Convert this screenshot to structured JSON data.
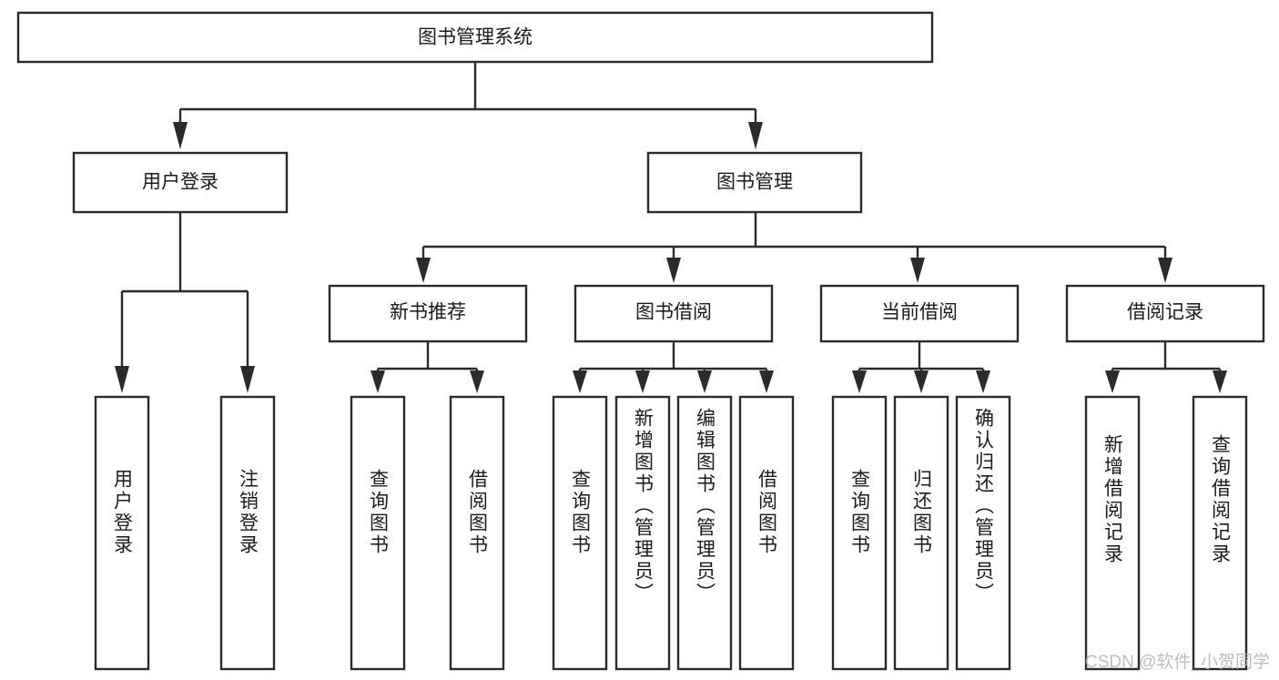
{
  "diagram": {
    "title": "图书管理系统",
    "type": "hierarchy-tree",
    "orientation": "top-down",
    "levels": 4,
    "root": {
      "id": "root",
      "label": "图书管理系统"
    },
    "level2": [
      {
        "id": "user-login",
        "label": "用户登录"
      },
      {
        "id": "book-management",
        "label": "图书管理"
      }
    ],
    "level3": [
      {
        "id": "new-book-recommend",
        "label": "新书推荐",
        "parent": "book-management"
      },
      {
        "id": "book-borrow",
        "label": "图书借阅",
        "parent": "book-management"
      },
      {
        "id": "current-borrow",
        "label": "当前借阅",
        "parent": "book-management"
      },
      {
        "id": "borrow-record",
        "label": "借阅记录",
        "parent": "book-management"
      }
    ],
    "leaves": {
      "user-login": [
        {
          "id": "leaf-user-login",
          "label": "用户登录"
        },
        {
          "id": "leaf-logout",
          "label": "注销登录"
        }
      ],
      "new-book-recommend": [
        {
          "id": "leaf-query-book-1",
          "label": "查询图书"
        },
        {
          "id": "leaf-borrow-book-1",
          "label": "借阅图书"
        }
      ],
      "book-borrow": [
        {
          "id": "leaf-query-book-2",
          "label": "查询图书"
        },
        {
          "id": "leaf-add-book",
          "label": "新增图书（管理员）"
        },
        {
          "id": "leaf-edit-book",
          "label": "编辑图书（管理员）"
        },
        {
          "id": "leaf-borrow-book-2",
          "label": "借阅图书"
        }
      ],
      "current-borrow": [
        {
          "id": "leaf-query-book-3",
          "label": "查询图书"
        },
        {
          "id": "leaf-return-book",
          "label": "归还图书"
        },
        {
          "id": "leaf-confirm-return",
          "label": "确认归还（管理员）"
        }
      ],
      "borrow-record": [
        {
          "id": "leaf-add-record",
          "label": "新增借阅记录"
        },
        {
          "id": "leaf-query-record",
          "label": "查询借阅记录"
        }
      ]
    }
  },
  "watermark": {
    "text": "CSDN @软件_小贺同学"
  },
  "colors": {
    "box_border": "#2b2b2b",
    "box_fill": "#ffffff",
    "text": "#1a1a1a",
    "connector": "#2b2b2b",
    "watermark": "#b8b8b8",
    "background": "#ffffff"
  }
}
